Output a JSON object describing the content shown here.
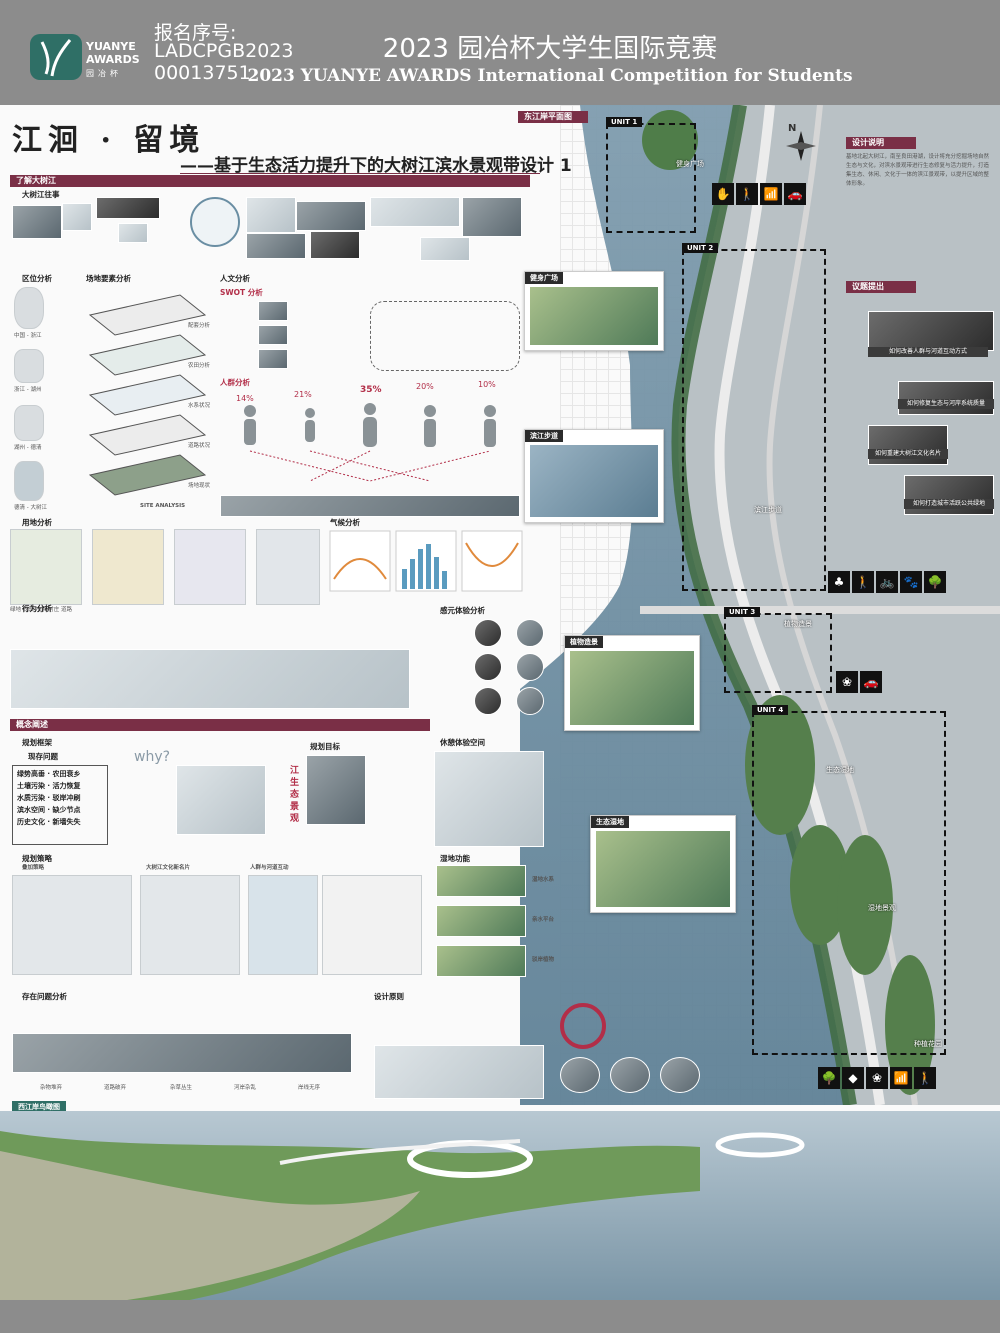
{
  "header": {
    "logo_text": "YUANYE\nAWARDS",
    "logo_cn": "园冶杯",
    "reg_label": "报名序号:",
    "reg_number": "LADCPGB2023 00013751",
    "title_cn": "2023 园冶杯大学生国际竞赛",
    "title_en": "2023 YUANYE AWARDS International Competition for  Students"
  },
  "project": {
    "title": "江洄 · 留境",
    "subtitle": "——基于生态活力提升下的大树江滨水景观带设计 1"
  },
  "sections": {
    "understand": "了解大树江",
    "concept": "概念阐述",
    "east_plan": "东江岸平面图",
    "west_aerial": "西江岸鸟瞰图"
  },
  "subheads": {
    "story": "大树江往事",
    "location": "区位分析",
    "site_elements": "场地要素分析",
    "human": "人文分析",
    "swot": "SWOT 分析",
    "crowd": "人群分析",
    "landuse": "用地分析",
    "climate": "气候分析",
    "behavior": "行为分析",
    "senses": "感元体验分析",
    "framework": "规划框架",
    "planning": "规划策略",
    "problems": "存在问题分析",
    "principles": "设计原则",
    "leisure": "休憩体验空间",
    "wetland_fn": "湿地功能",
    "design_desc": "设计说明",
    "issues": "议题提出",
    "current_issues": "现存问题",
    "goals": "规划目标",
    "site_analysis": "SITE ANALYSIS"
  },
  "location_labels": [
    "中国 - 浙江",
    "浙江 - 湖州",
    "湖州 - 德清",
    "德清 - 大树江"
  ],
  "layer_labels": [
    "配套分析",
    "农田分析",
    "水系状况",
    "道路状况",
    "场地现状"
  ],
  "crowd_pcts": [
    "14%",
    "21%",
    "35%",
    "20%",
    "10%"
  ],
  "landuse_note": "绿地 农田 水系 村庄 道路",
  "current_issues": [
    "绿势高垂",
    "农田衰乡",
    "土壤污染",
    "活力恢复",
    "水质污染",
    "驳岸冲刷",
    "滨水空间",
    "缺少节点",
    "历史文化",
    "新墙失失"
  ],
  "why_text": "why?",
  "vertical_goal": "江生态景观",
  "strategy_titles": [
    "叠加策略",
    "大树江文化新名片",
    "人群与河道互动"
  ],
  "problem_steps": [
    "杂物堆弃",
    "道路破弃",
    "杂草丛生",
    "河岸杂乱",
    "岸线无序"
  ],
  "wetland_items": [
    "湿地水系",
    "亲水平台",
    "驳岸植物"
  ],
  "design_desc_text": "基地北起大树江，南至良田港湖，设计将充分挖掘场地自然生态与文化，对滨水景观带进行生态修复与活力提升，打造集生态、休闲、文化于一体的滨江景观带，以提升区域的整体形象。",
  "issue_cards": [
    "如何改善人群与河道互动方式",
    "如何修复生态与河岸系统质量",
    "如何重建大树江文化名片",
    "如何打造城市活跃公共绿地"
  ],
  "units": [
    {
      "label": "UNIT 1",
      "callout": "健身广场",
      "place": "健身广场"
    },
    {
      "label": "UNIT 2",
      "callout": "滨江步道",
      "place": "滨江步道"
    },
    {
      "label": "UNIT 3",
      "callout": "植物造景",
      "place": "植物造景"
    },
    {
      "label": "UNIT 4",
      "callout": "生态湿地",
      "place": "生态湿地"
    }
  ],
  "extra_places": [
    "湿地景观",
    "种植花园"
  ],
  "icons": {
    "unit1": [
      "✋",
      "🚶",
      "📶",
      "🚗"
    ],
    "unit2": [
      "♣",
      "🚶",
      "🚲",
      "🐾",
      "🌳"
    ],
    "unit3": [
      "❀",
      "🚗"
    ],
    "unit4": [
      "🌳",
      "◆",
      "❀",
      "📶",
      "🚶"
    ]
  },
  "compass": "N",
  "colors": {
    "header_gray": "#8c8c8c",
    "accent_maroon": "#7a2f46",
    "accent_red": "#b22e48",
    "logo_teal": "#2f6f66",
    "river_blue": "#6a8ea3"
  }
}
